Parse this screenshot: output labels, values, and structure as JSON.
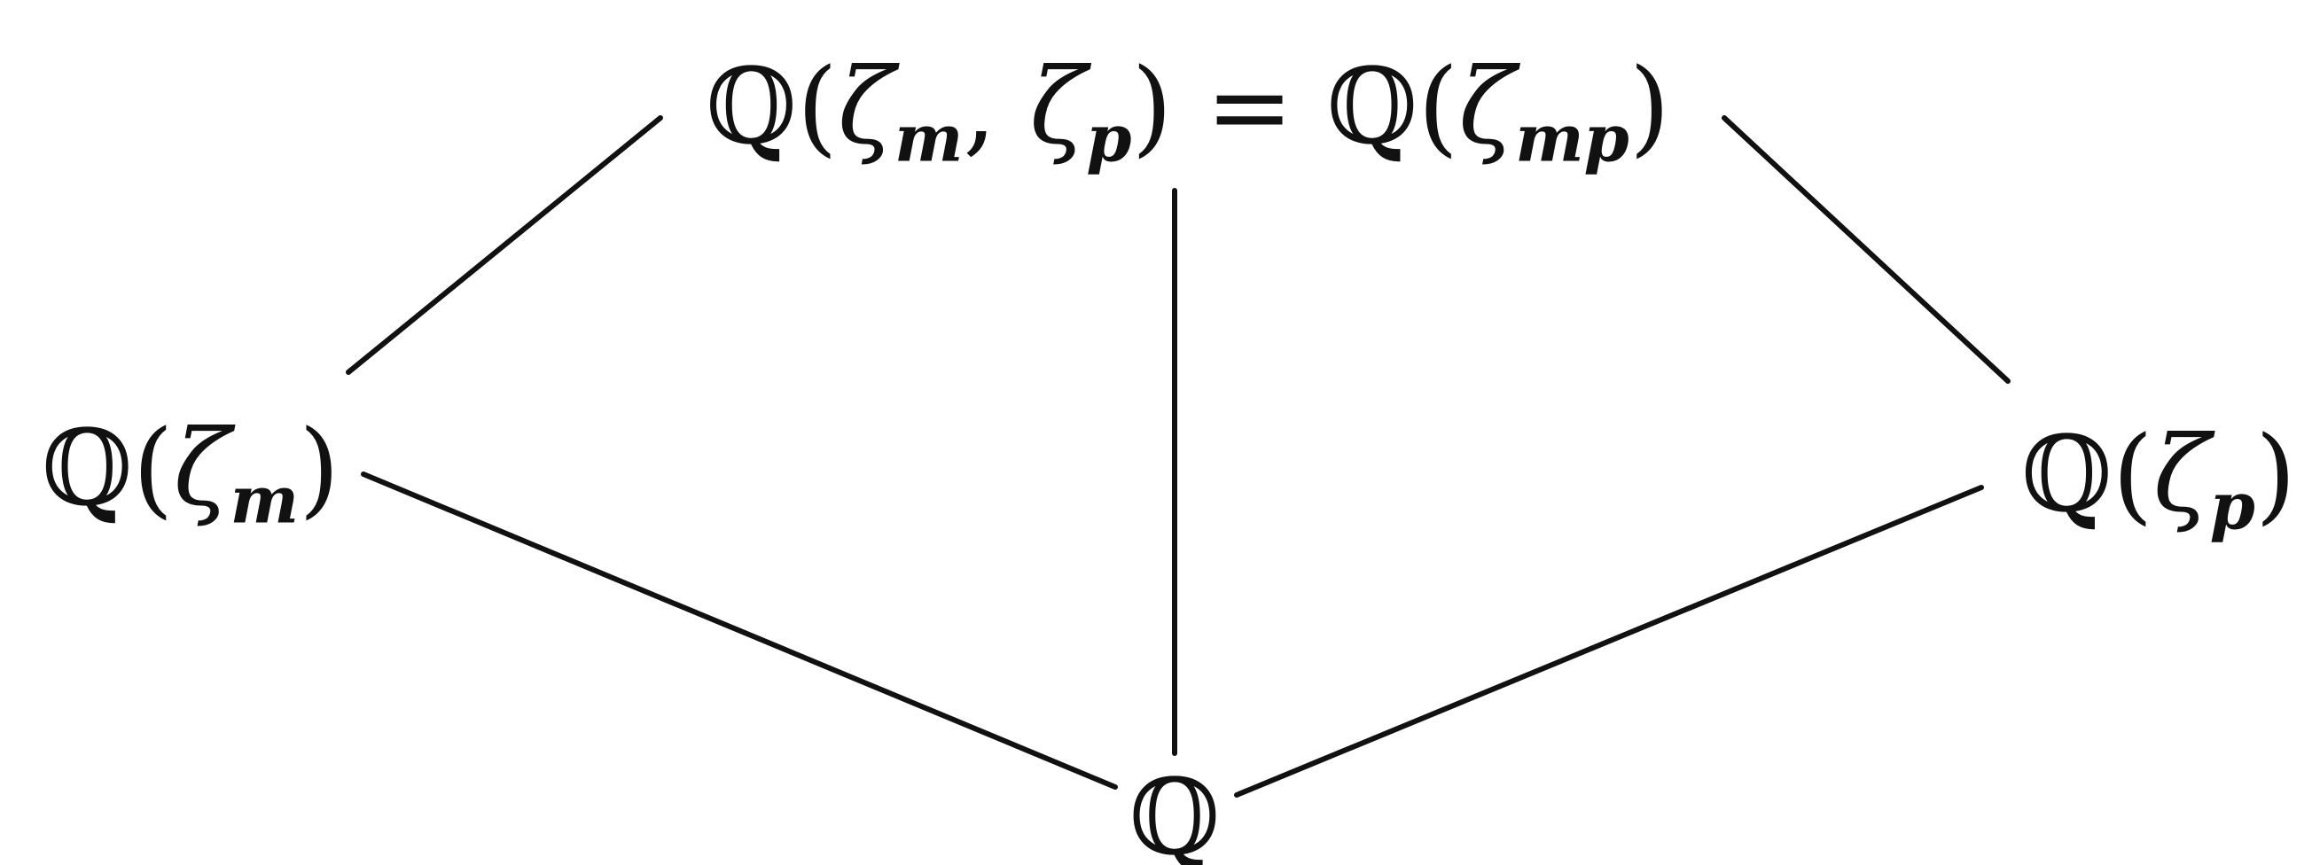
{
  "nodes": [
    {
      "id": "top",
      "parts": {
        "field": "ℚ",
        "open": "(",
        "gen1": "ζ",
        "sub1": "m",
        "comma": ", ",
        "gen2": "ζ",
        "sub2": "p",
        "close": ")",
        "eq": " = ",
        "field2": "ℚ",
        "open2": "(",
        "gen3": "ζ",
        "sub3": "mp",
        "close2": ")"
      }
    },
    {
      "id": "left",
      "parts": {
        "field": "ℚ",
        "open": "(",
        "gen": "ζ",
        "sub": "m",
        "close": ")"
      }
    },
    {
      "id": "right",
      "parts": {
        "field": "ℚ",
        "open": "(",
        "gen": "ζ",
        "sub": "p",
        "close": ")"
      }
    },
    {
      "id": "bottom",
      "parts": {
        "field": "ℚ"
      }
    }
  ],
  "edges": [
    {
      "from": "top",
      "to": "left"
    },
    {
      "from": "top",
      "to": "right"
    },
    {
      "from": "top",
      "to": "bottom"
    },
    {
      "from": "left",
      "to": "bottom"
    },
    {
      "from": "right",
      "to": "bottom"
    }
  ],
  "colors": {
    "ink": "#111111",
    "background": "#ffffff"
  }
}
